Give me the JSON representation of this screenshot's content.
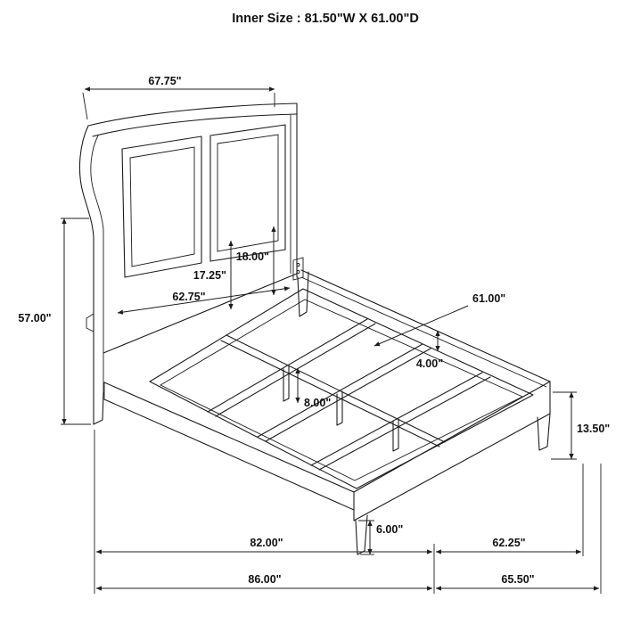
{
  "title": "Inner Size : 81.50\"W X 61.00\"D",
  "ink_color": "#1c1c1c",
  "background_color": "#ffffff",
  "dimensions": {
    "headboard_width": "67.75\"",
    "headboard_height": "57.00\"",
    "panel_height": "18.00\"",
    "panel_inner_height": "17.25\"",
    "headboard_inner_width": "62.75\"",
    "inner_depth": "61.00\"",
    "rail_ledge_width": "4.00\"",
    "support_leg_height": "8.00\"",
    "footboard_height": "13.50\"",
    "foot_leg_height": "6.00\"",
    "rail_length": "82.00\"",
    "overall_length": "86.00\"",
    "footboard_width": "62.25\"",
    "overall_width": "65.50\""
  }
}
